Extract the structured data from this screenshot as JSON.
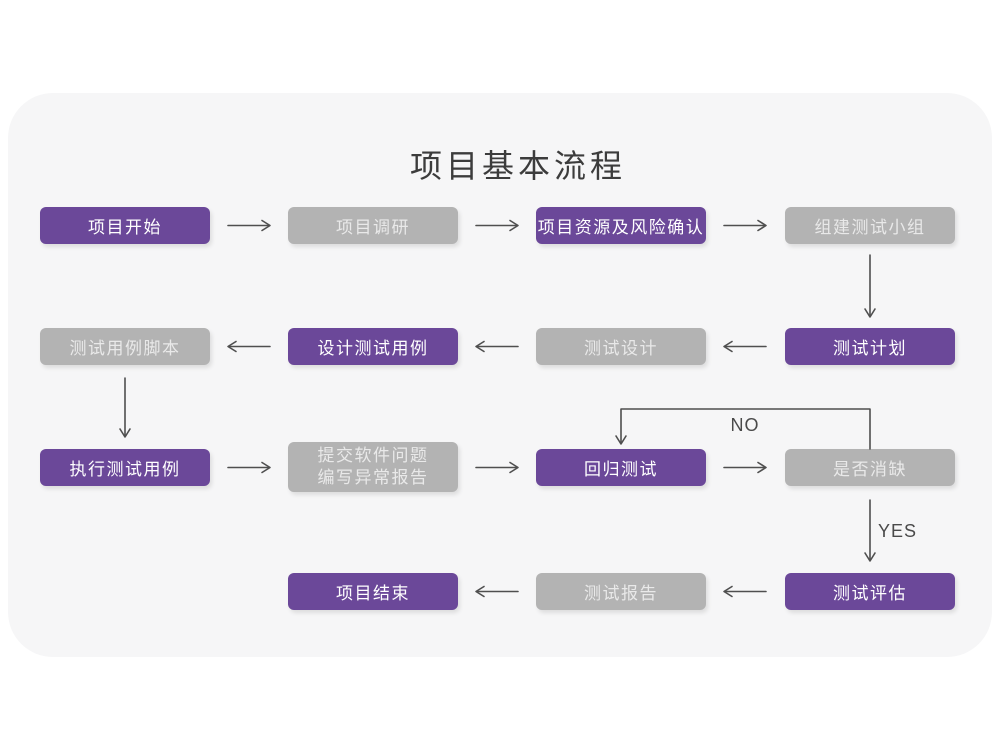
{
  "title": "项目基本流程",
  "colors": {
    "purple": "#6b4899",
    "gray": "#b3b3b3",
    "panel": "#f6f6f7",
    "arrow": "#4f4f4f"
  },
  "branch_labels": {
    "no": "NO",
    "yes": "YES"
  },
  "nodes": {
    "start": {
      "label": "项目开始",
      "type": "purple"
    },
    "research": {
      "label": "项目调研",
      "type": "gray"
    },
    "risk": {
      "label": "项目资源及风险确认",
      "type": "purple"
    },
    "team": {
      "label": "组建测试小组",
      "type": "gray"
    },
    "plan": {
      "label": "测试计划",
      "type": "purple"
    },
    "design": {
      "label": "测试设计",
      "type": "gray"
    },
    "case_design": {
      "label": "设计测试用例",
      "type": "purple"
    },
    "script": {
      "label": "测试用例脚本",
      "type": "gray"
    },
    "execute": {
      "label": "执行测试用例",
      "type": "purple"
    },
    "issue_report": {
      "line1": "提交软件问题",
      "line2": "编写异常报告",
      "type": "gray"
    },
    "regression": {
      "label": "回归测试",
      "type": "purple"
    },
    "defect_check": {
      "label": "是否消缺",
      "type": "gray"
    },
    "evaluate": {
      "label": "测试评估",
      "type": "purple"
    },
    "report": {
      "label": "测试报告",
      "type": "gray"
    },
    "end": {
      "label": "项目结束",
      "type": "purple"
    }
  }
}
